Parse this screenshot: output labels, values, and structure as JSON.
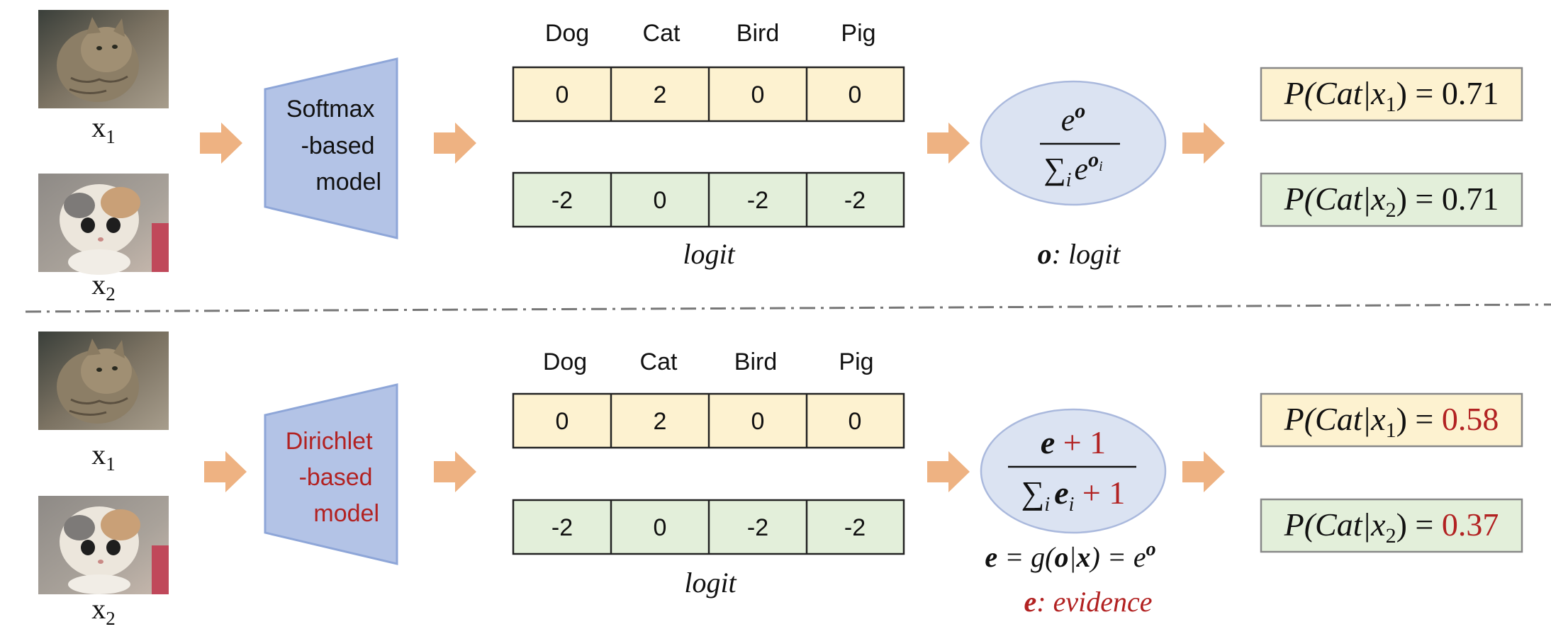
{
  "colors": {
    "yellow_fill": "#fdf2d0",
    "green_fill": "#e3efda",
    "blue_fill": "#b3c3e6",
    "blue_stroke": "#8ea6d8",
    "ellipse_fill": "#dbe3f2",
    "ellipse_stroke": "#aab9dd",
    "arrow_fill": "#eeb282",
    "red": "#b22222",
    "divider": "#777777"
  },
  "top": {
    "x1_label": "x",
    "x1_sub": "1",
    "x2_label": "x",
    "x2_sub": "2",
    "model_lines": [
      "Softmax",
      "-based",
      "model"
    ],
    "classes": [
      "Dog",
      "Cat",
      "Bird",
      "Pig"
    ],
    "row1": [
      "0",
      "2",
      "0",
      "0"
    ],
    "row2": [
      "-2",
      "0",
      "-2",
      "-2"
    ],
    "logit_label": "logit",
    "formula": {
      "num_base": "e",
      "num_sup": "o",
      "den_sum": "∑",
      "den_sub": "i",
      "den_base": "e",
      "den_sup": "o",
      "den_sup_sub": "i"
    },
    "o_caption": {
      "bold": "o",
      "rest": ": logit"
    },
    "result1": {
      "left": "P(Cat|x",
      "sub": "1",
      "right": ") = ",
      "value": "0.71"
    },
    "result2": {
      "left": "P(Cat|x",
      "sub": "2",
      "right": ") = ",
      "value": "0.71"
    }
  },
  "bottom": {
    "x1_label": "x",
    "x1_sub": "1",
    "x2_label": "x",
    "x2_sub": "2",
    "model_lines": [
      "Dirichlet",
      "-based",
      "model"
    ],
    "classes": [
      "Dog",
      "Cat",
      "Bird",
      "Pig"
    ],
    "row1": [
      "0",
      "2",
      "0",
      "0"
    ],
    "row2": [
      "-2",
      "0",
      "-2",
      "-2"
    ],
    "logit_label": "logit",
    "formula": {
      "num_e": "e",
      "num_plus": " + 1",
      "den_sum": "∑",
      "den_sub": "i",
      "den_e": "e",
      "den_e_sub": "i",
      "den_plus": " + 1"
    },
    "e_def": {
      "e": "e",
      "eq1": " = g(",
      "o": "o",
      "bar": "|",
      "x": "x",
      "eq2": ") = e",
      "sup": "o"
    },
    "e_caption": {
      "bold": "e",
      "rest": ": evidence"
    },
    "result1": {
      "left": "P(Cat|x",
      "sub": "1",
      "right": ") = ",
      "value": "0.58"
    },
    "result2": {
      "left": "P(Cat|x",
      "sub": "2",
      "right": ") = ",
      "value": "0.37"
    }
  }
}
